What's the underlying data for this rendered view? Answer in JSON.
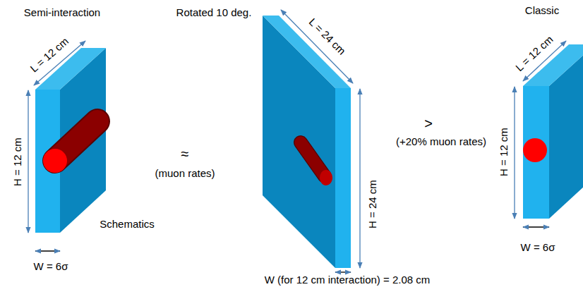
{
  "diagram": {
    "labels": [
      "Semi-interaction",
      "L = 12 cm",
      "H = 12 cm",
      "Schematics",
      "W = 6σ",
      "≈",
      "(muon rates)",
      "Rotated 10 deg.",
      "L = 24 cm",
      "H = 24 cm",
      "W (for 12 cm interaction) = 2.08 cm",
      ">",
      "(+20% muon rates)",
      "Classic",
      "L = 12 cm",
      "H = 12 cm",
      "W = 6σ"
    ]
  }
}
